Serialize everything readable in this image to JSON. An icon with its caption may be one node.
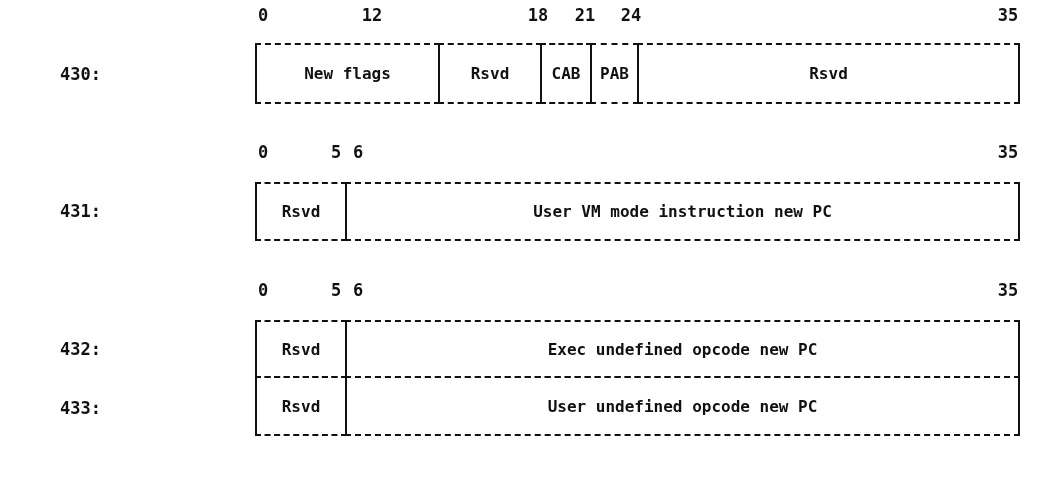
{
  "diagram": {
    "nodes": [
      {
        "text": [
          "New flags"
        ]
      },
      {
        "text": [
          "Rsvd"
        ]
      },
      {
        "text": [
          "CAB"
        ]
      },
      {
        "text": [
          "PAB"
        ]
      },
      {
        "text": [
          "Rsvd"
        ]
      },
      {
        "text": [
          "Rsvd"
        ]
      },
      {
        "text": [
          "User VM mode instruction new PC"
        ]
      },
      {
        "text": [
          "Rsvd"
        ]
      },
      {
        "text": [
          "Exec undefined opcode new PC"
        ]
      },
      {
        "text": [
          "Rsvd"
        ]
      },
      {
        "text": [
          "User undefined opcode new PC"
        ]
      }
    ],
    "labels": [
      "0",
      "12",
      "18",
      "21",
      "24",
      "35",
      "430:",
      "0",
      "5",
      "6",
      "35",
      "431:",
      "0",
      "5",
      "6",
      "35",
      "432:",
      "433:"
    ]
  }
}
